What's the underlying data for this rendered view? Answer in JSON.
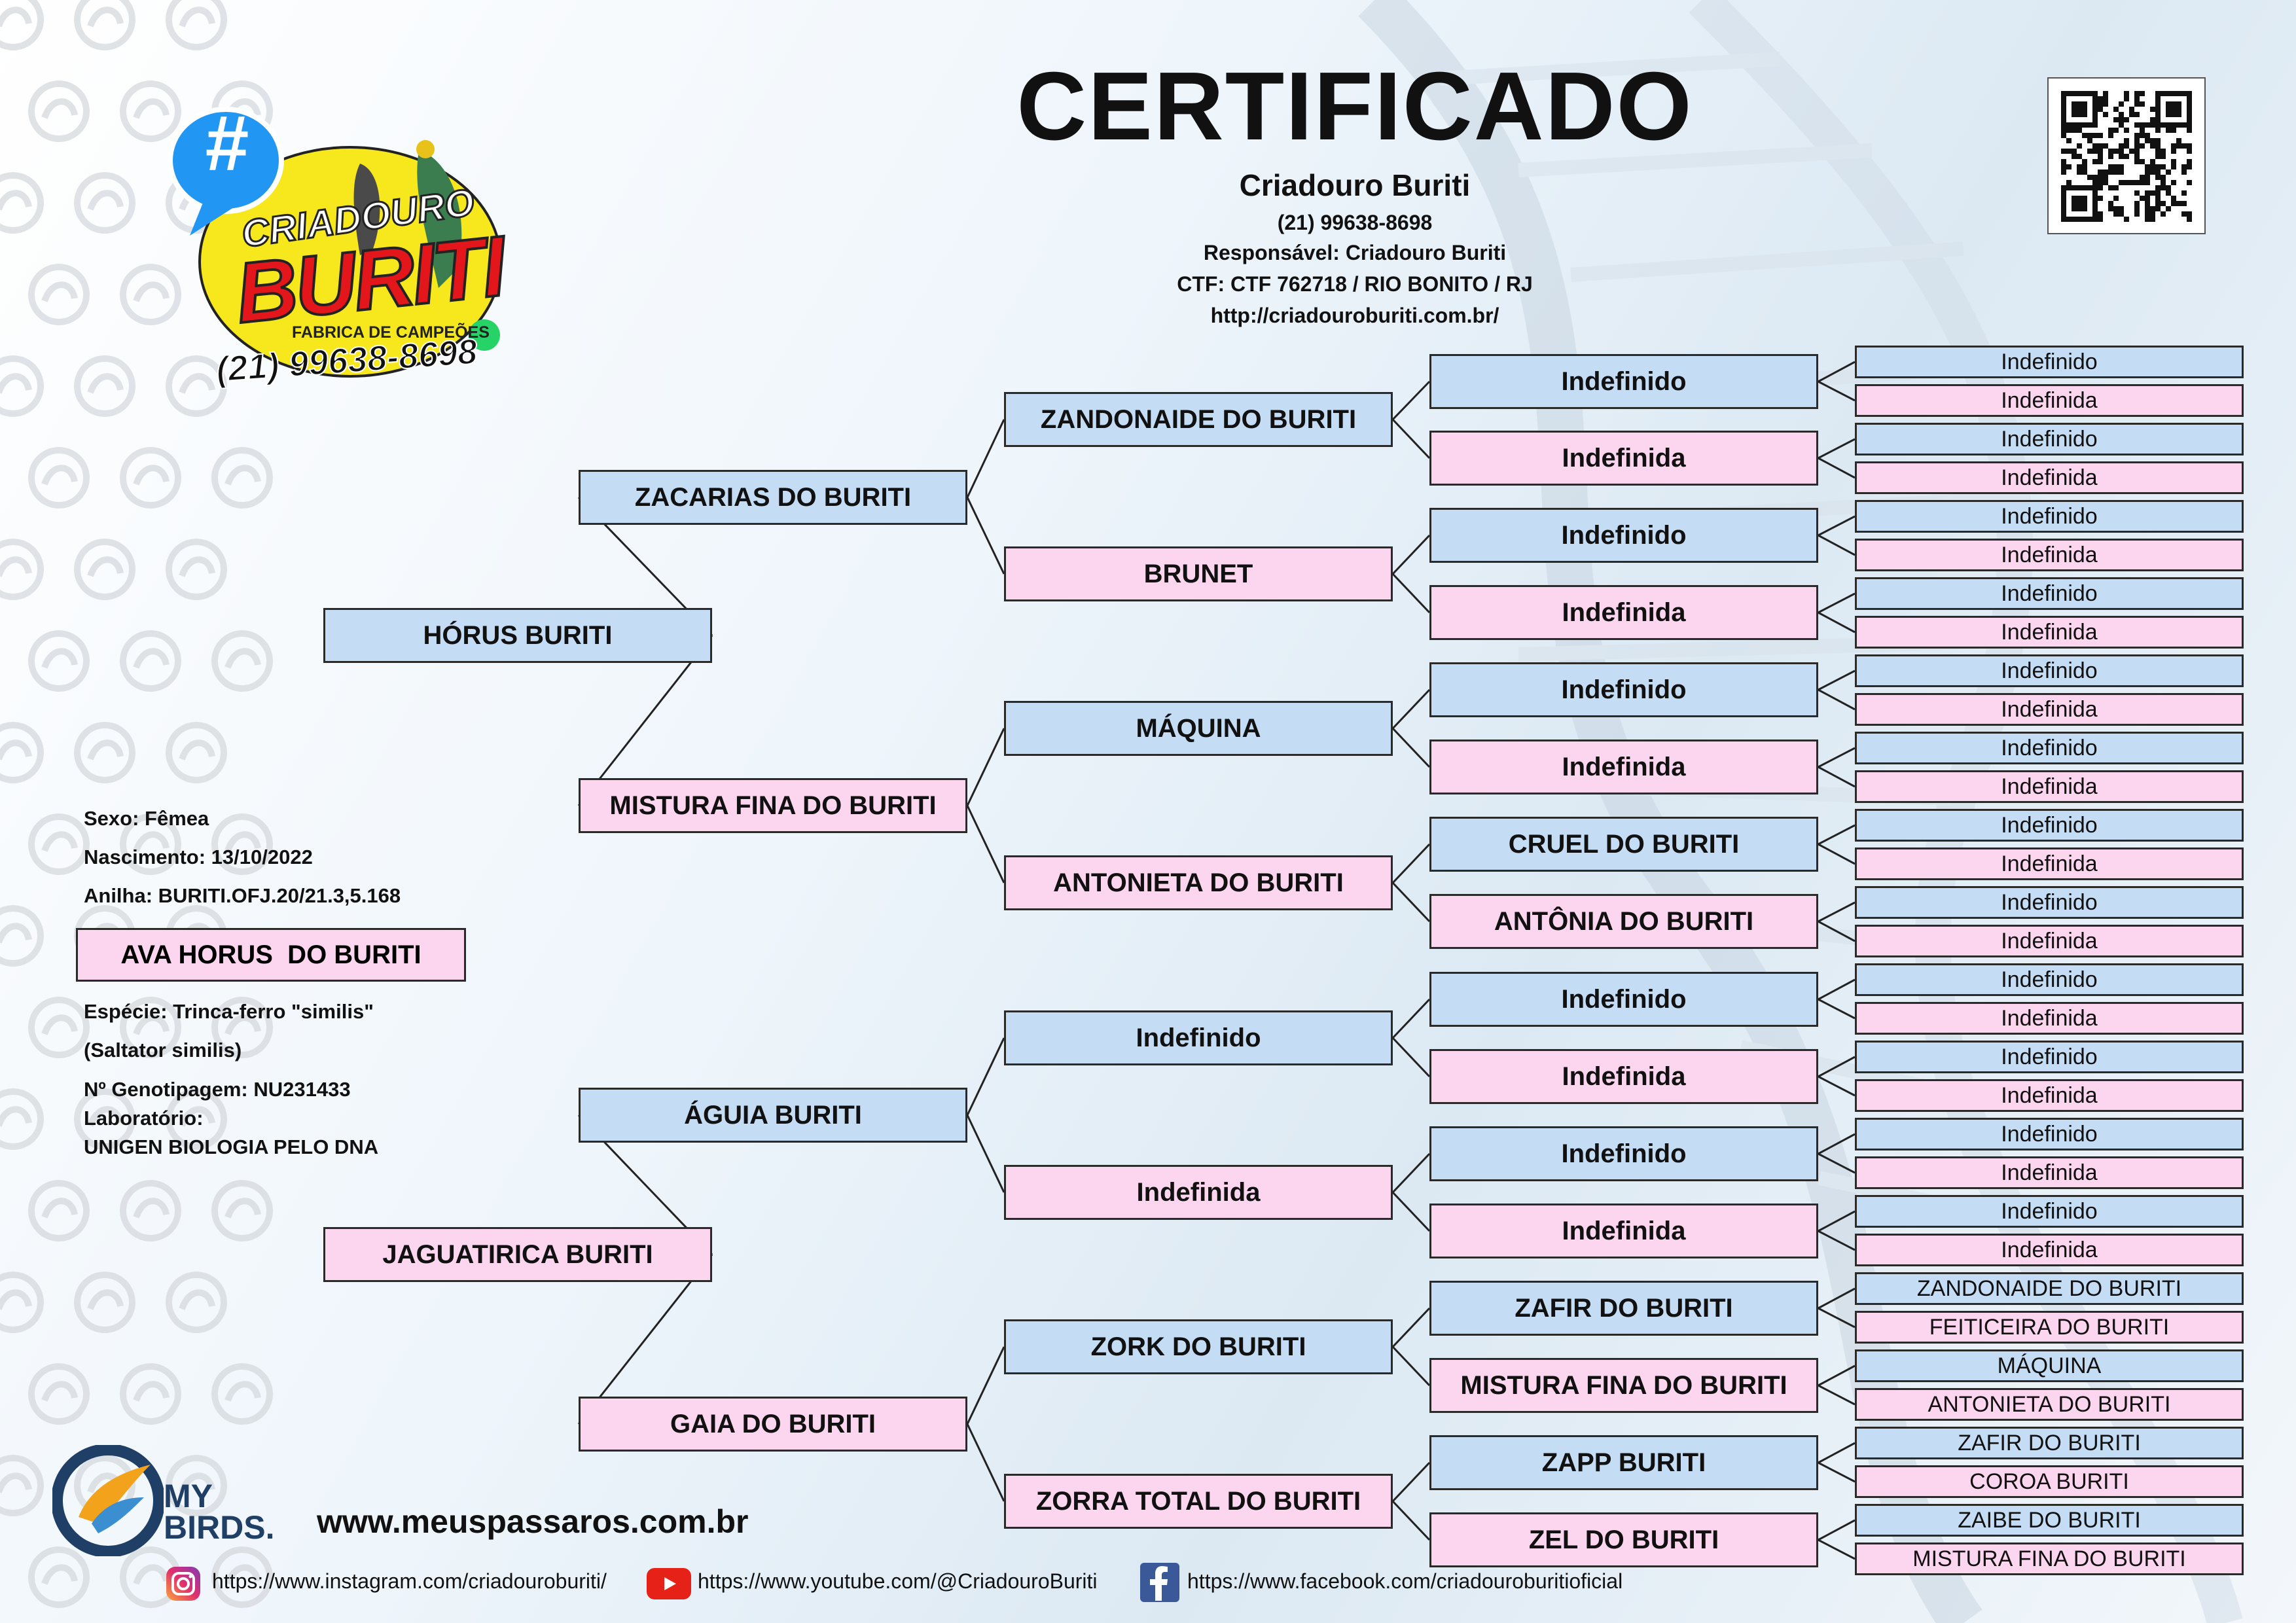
{
  "header": {
    "title": "CERTIFICADO",
    "breeder": "Criadouro Buriti",
    "phone": "(21) 99638-8698",
    "responsible": "Responsável: Criadouro Buriti",
    "ctf": "CTF: CTF 762718 / RIO BONITO / RJ",
    "website": "http://criadouroburiti.com.br/"
  },
  "logo": {
    "hash": "#",
    "line1": "CRIADOURO",
    "line2": "BURITI",
    "tagline": "FABRICA DE CAMPEÕES",
    "phone": "(21) 99638-8698"
  },
  "bird": {
    "sex": "Sexo: Fêmea",
    "birth": "Nascimento: 13/10/2022",
    "ring": "Anilha: BURITI.OFJ.20/21.3,5.168",
    "name": "AVA HORUS  DO BURITI",
    "species": "Espécie: Trinca-ferro \"similis\"",
    "scientific": "(Saltator similis)",
    "genotype": "Nº Genotipagem: NU231433",
    "lab_label": "Laboratório:",
    "lab": "UNIGEN BIOLOGIA PELO DNA"
  },
  "pedigree": {
    "gen1": [
      {
        "name": "HÓRUS BURITI",
        "sex": "m"
      },
      {
        "name": "JAGUATIRICA BURITI",
        "sex": "f"
      }
    ],
    "gen2": [
      {
        "name": "ZACARIAS DO BURITI",
        "sex": "m"
      },
      {
        "name": "MISTURA FINA DO BURITI",
        "sex": "f"
      },
      {
        "name": "ÁGUIA BURITI",
        "sex": "m"
      },
      {
        "name": "GAIA DO BURITI",
        "sex": "f"
      }
    ],
    "gen3": [
      {
        "name": "ZANDONAIDE DO BURITI",
        "sex": "m"
      },
      {
        "name": "BRUNET",
        "sex": "f"
      },
      {
        "name": "MÁQUINA",
        "sex": "m"
      },
      {
        "name": "ANTONIETA DO BURITI",
        "sex": "f"
      },
      {
        "name": "Indefinido",
        "sex": "m"
      },
      {
        "name": "Indefinida",
        "sex": "f"
      },
      {
        "name": "ZORK DO BURITI",
        "sex": "m"
      },
      {
        "name": "ZORRA TOTAL DO BURITI",
        "sex": "f"
      }
    ],
    "gen4": [
      {
        "name": "Indefinido",
        "sex": "m"
      },
      {
        "name": "Indefinida",
        "sex": "f"
      },
      {
        "name": "Indefinido",
        "sex": "m"
      },
      {
        "name": "Indefinida",
        "sex": "f"
      },
      {
        "name": "Indefinido",
        "sex": "m"
      },
      {
        "name": "Indefinida",
        "sex": "f"
      },
      {
        "name": "CRUEL DO BURITI",
        "sex": "m"
      },
      {
        "name": "ANTÔNIA DO BURITI",
        "sex": "f"
      },
      {
        "name": "Indefinido",
        "sex": "m"
      },
      {
        "name": "Indefinida",
        "sex": "f"
      },
      {
        "name": "Indefinido",
        "sex": "m"
      },
      {
        "name": "Indefinida",
        "sex": "f"
      },
      {
        "name": "ZAFIR DO BURITI",
        "sex": "m"
      },
      {
        "name": "MISTURA FINA DO BURITI",
        "sex": "f"
      },
      {
        "name": "ZAPP BURITI",
        "sex": "m"
      },
      {
        "name": "ZEL DO BURITI",
        "sex": "f"
      }
    ],
    "gen5": [
      {
        "name": "Indefinido",
        "sex": "m"
      },
      {
        "name": "Indefinida",
        "sex": "f"
      },
      {
        "name": "Indefinido",
        "sex": "m"
      },
      {
        "name": "Indefinida",
        "sex": "f"
      },
      {
        "name": "Indefinido",
        "sex": "m"
      },
      {
        "name": "Indefinida",
        "sex": "f"
      },
      {
        "name": "Indefinido",
        "sex": "m"
      },
      {
        "name": "Indefinida",
        "sex": "f"
      },
      {
        "name": "Indefinido",
        "sex": "m"
      },
      {
        "name": "Indefinida",
        "sex": "f"
      },
      {
        "name": "Indefinido",
        "sex": "m"
      },
      {
        "name": "Indefinida",
        "sex": "f"
      },
      {
        "name": "Indefinido",
        "sex": "m"
      },
      {
        "name": "Indefinida",
        "sex": "f"
      },
      {
        "name": "Indefinido",
        "sex": "m"
      },
      {
        "name": "Indefinida",
        "sex": "f"
      },
      {
        "name": "Indefinido",
        "sex": "m"
      },
      {
        "name": "Indefinida",
        "sex": "f"
      },
      {
        "name": "Indefinido",
        "sex": "m"
      },
      {
        "name": "Indefinida",
        "sex": "f"
      },
      {
        "name": "Indefinido",
        "sex": "m"
      },
      {
        "name": "Indefinida",
        "sex": "f"
      },
      {
        "name": "Indefinido",
        "sex": "m"
      },
      {
        "name": "Indefinida",
        "sex": "f"
      },
      {
        "name": "ZANDONAIDE DO BURITI",
        "sex": "m"
      },
      {
        "name": "FEITICEIRA DO BURITI",
        "sex": "f"
      },
      {
        "name": "MÁQUINA",
        "sex": "m"
      },
      {
        "name": "ANTONIETA DO BURITI",
        "sex": "f"
      },
      {
        "name": "ZAFIR DO BURITI",
        "sex": "m"
      },
      {
        "name": "COROA BURITI",
        "sex": "f"
      },
      {
        "name": "ZAIBE DO BURITI",
        "sex": "m"
      },
      {
        "name": "MISTURA FINA DO BURITI",
        "sex": "f"
      }
    ]
  },
  "footer": {
    "brand_line1": "MY",
    "brand_line2": "BIRDS.",
    "site": "www.meuspassaros.com.br",
    "instagram": "https://www.instagram.com/criadouroburiti/",
    "youtube": "https://www.youtube.com/@CriadouroBuriti",
    "facebook": "https://www.facebook.com/criadouroburitioficial"
  },
  "colors": {
    "male": "#c5dcf5",
    "female": "#fcd6ee",
    "logo_yellow": "#f7e81d",
    "logo_red": "#e3171b",
    "whatsapp": "#25d366"
  }
}
